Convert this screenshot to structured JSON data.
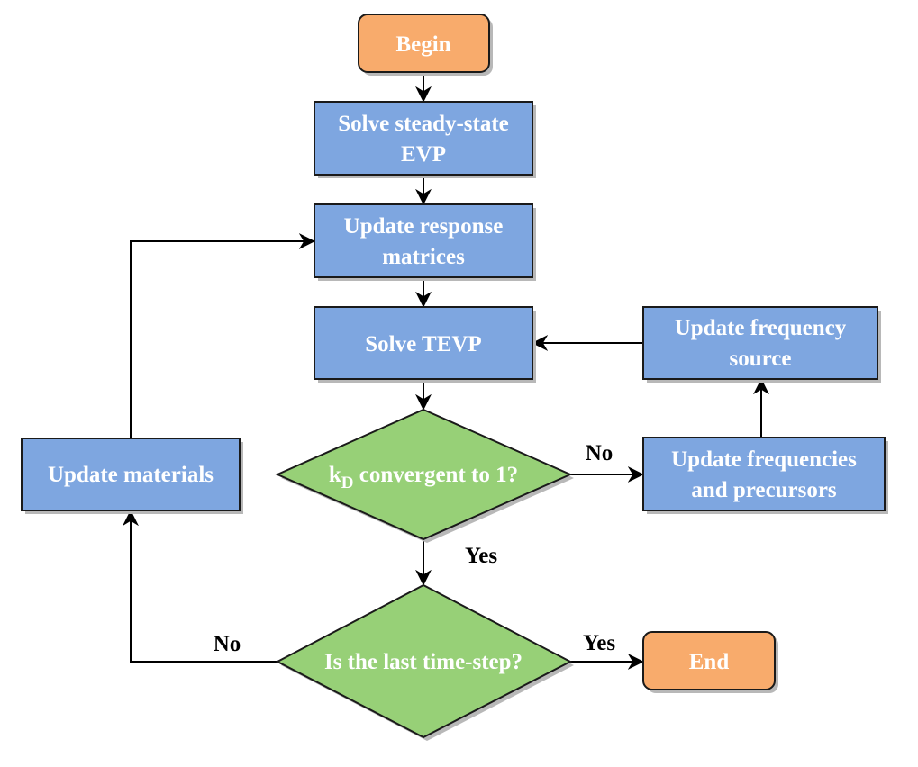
{
  "nodes": {
    "begin": "Begin",
    "steady_line1": "Solve steady-state",
    "steady_line2": "EVP",
    "response_line1": "Update response",
    "response_line2": "matrices",
    "tevp": "Solve TEVP",
    "freq_source_line1": "Update frequency",
    "freq_source_line2": "source",
    "freq_prec_line1": "Update frequencies",
    "freq_prec_line2": "and precursors",
    "materials": "Update materials",
    "decision1_k": "k",
    "decision1_sub": "D",
    "decision1_rest": " convergent to 1?",
    "decision2": "Is the last time-step?",
    "end": "End"
  },
  "edge_labels": {
    "d1_no": "No",
    "d1_yes": "Yes",
    "d2_no": "No",
    "d2_yes": "Yes"
  },
  "colors": {
    "process": "#7ea6e0",
    "terminal": "#f8ab6c",
    "decision": "#97d077"
  }
}
